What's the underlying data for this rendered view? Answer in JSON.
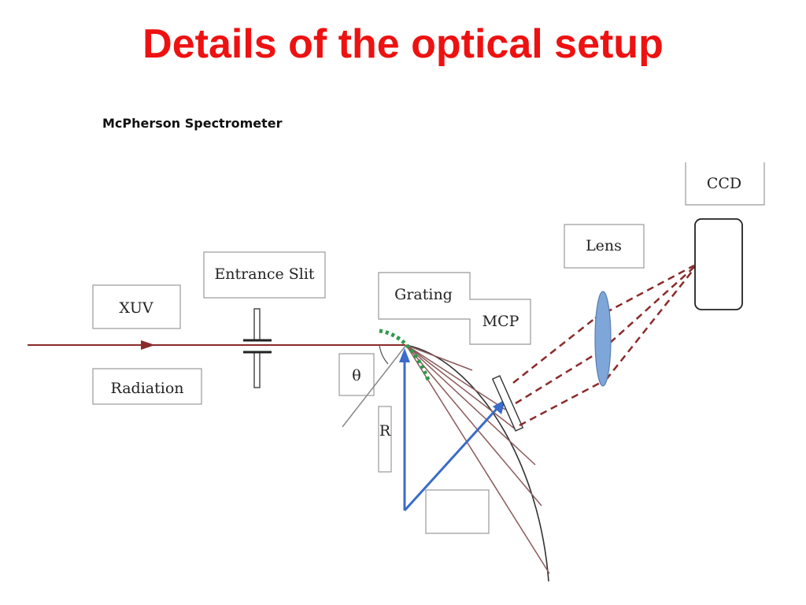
{
  "title": "Details of the optical setup",
  "subtitle": "McPherson Spectrometer",
  "labels": {
    "xuv": "XUV",
    "radiation": "Radiation",
    "entrance_slit": "Entrance Slit",
    "grating": "Grating",
    "mcp": "MCP",
    "lens": "Lens",
    "ccd": "CCD",
    "theta": "θ",
    "radius": "R"
  },
  "colors": {
    "title": "#ee1111",
    "beam": "#8b2a2a",
    "dispersed_rays": "#8b5a5a",
    "radius_arrows": "#3a6cc8",
    "grating_dots": "#2e9a4a",
    "lens_fill": "#7ea6d8"
  }
}
